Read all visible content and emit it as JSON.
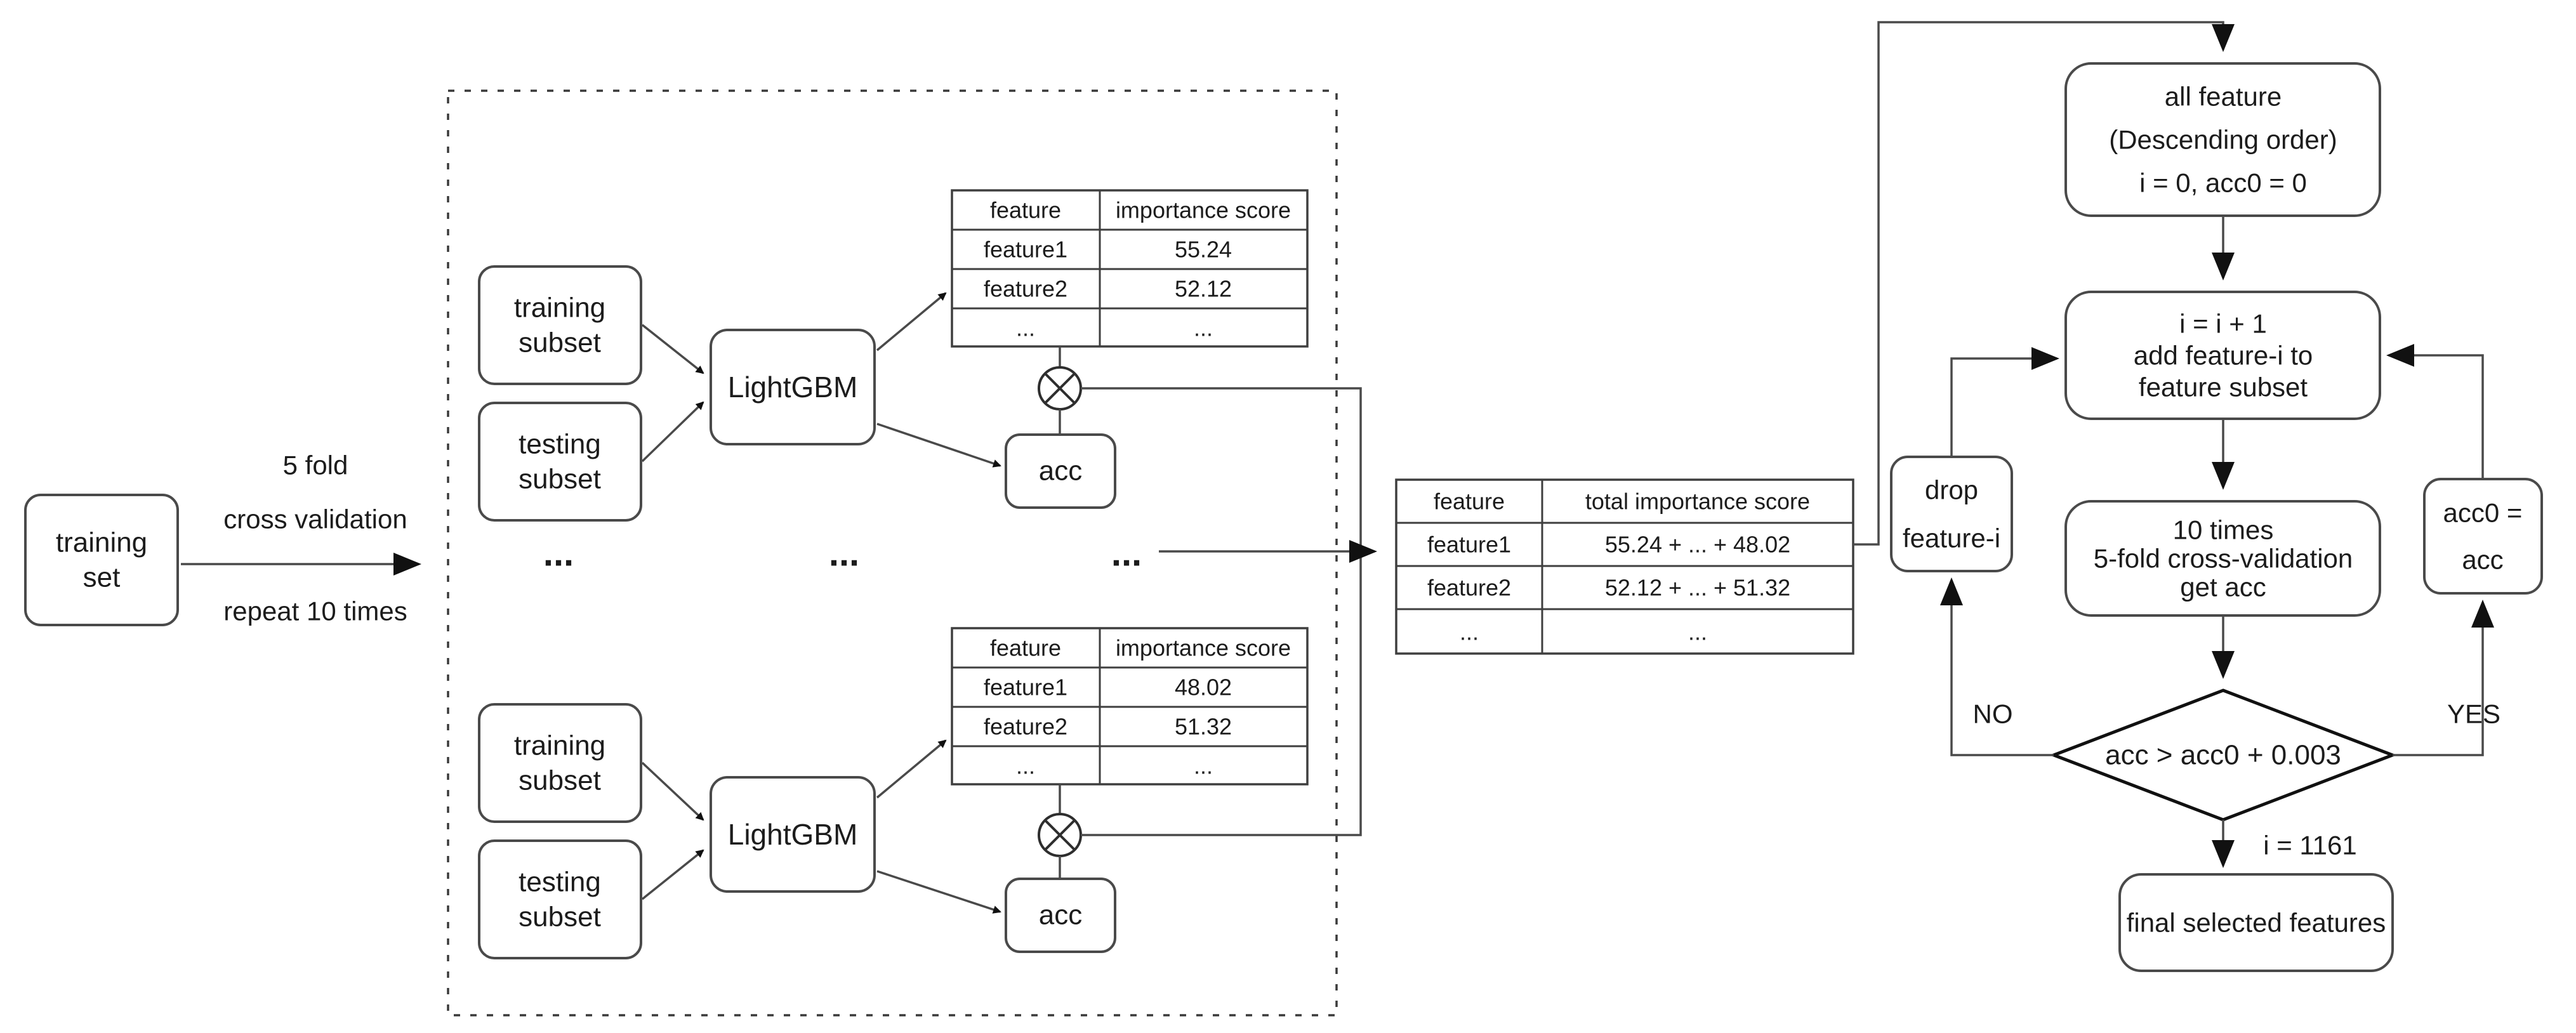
{
  "colors": {
    "background": "#ffffff",
    "line": "#4a4a4a",
    "text": "#1c1c1c"
  },
  "left": {
    "training_set": {
      "lines": [
        "training",
        "set"
      ]
    },
    "arrow_label_top": {
      "lines": [
        "5 fold",
        "cross validation"
      ]
    },
    "arrow_label_bottom": "repeat 10 times"
  },
  "fold": {
    "training_subset": {
      "lines": [
        "training",
        "subset"
      ]
    },
    "testing_subset": {
      "lines": [
        "testing",
        "subset"
      ]
    },
    "model": "LightGBM",
    "acc": "acc",
    "dots": "...",
    "combine_icon": "multiply-circle-icon"
  },
  "tables": {
    "fold_top": {
      "headers": [
        "feature",
        "importance score"
      ],
      "rows": [
        [
          "feature1",
          "55.24"
        ],
        [
          "feature2",
          "52.12"
        ],
        [
          "...",
          "..."
        ]
      ]
    },
    "fold_bottom": {
      "headers": [
        "feature",
        "importance score"
      ],
      "rows": [
        [
          "feature1",
          "48.02"
        ],
        [
          "feature2",
          "51.32"
        ],
        [
          "...",
          "..."
        ]
      ]
    },
    "total": {
      "headers": [
        "feature",
        "total importance score"
      ],
      "rows": [
        [
          "feature1",
          "55.24 + ... + 48.02"
        ],
        [
          "feature2",
          "52.12 + ... + 51.32"
        ],
        [
          "...",
          "..."
        ]
      ]
    }
  },
  "flowchart": {
    "all_feature": {
      "lines": [
        "all feature",
        "(Descending order)",
        "i = 0, acc0 = 0"
      ]
    },
    "add_feature": {
      "lines": [
        "i = i + 1",
        "add feature-i to",
        "feature subset"
      ]
    },
    "cross_validation": {
      "lines": [
        "10 times",
        "5-fold cross-validation",
        "get acc"
      ]
    },
    "decision": "acc > acc0 + 0.003",
    "no_label": "NO",
    "yes_label": "YES",
    "drop_feature": {
      "lines": [
        "drop",
        "feature-i"
      ]
    },
    "acc0_update": {
      "lines": [
        "acc0 =",
        "acc"
      ]
    },
    "iteration_label": "i = 1161",
    "final": "final selected features"
  }
}
